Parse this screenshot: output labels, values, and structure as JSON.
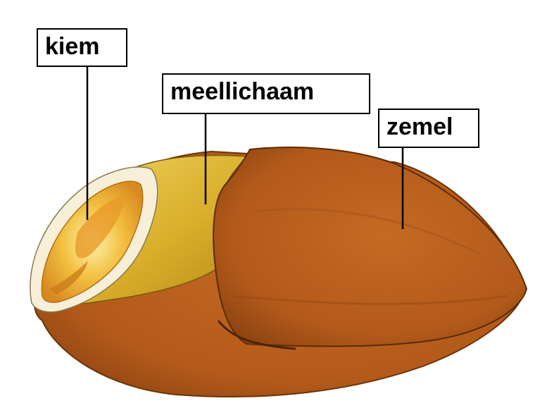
{
  "diagram": {
    "labels": {
      "germ": "kiem",
      "endosperm": "meellichaam",
      "bran": "zemel"
    },
    "colors": {
      "bran": "#b8601e",
      "bran_dark": "#8a4512",
      "endosperm": "#e0b830",
      "germ": "#f0c040",
      "outline": "#000000",
      "background": "#ffffff"
    }
  }
}
